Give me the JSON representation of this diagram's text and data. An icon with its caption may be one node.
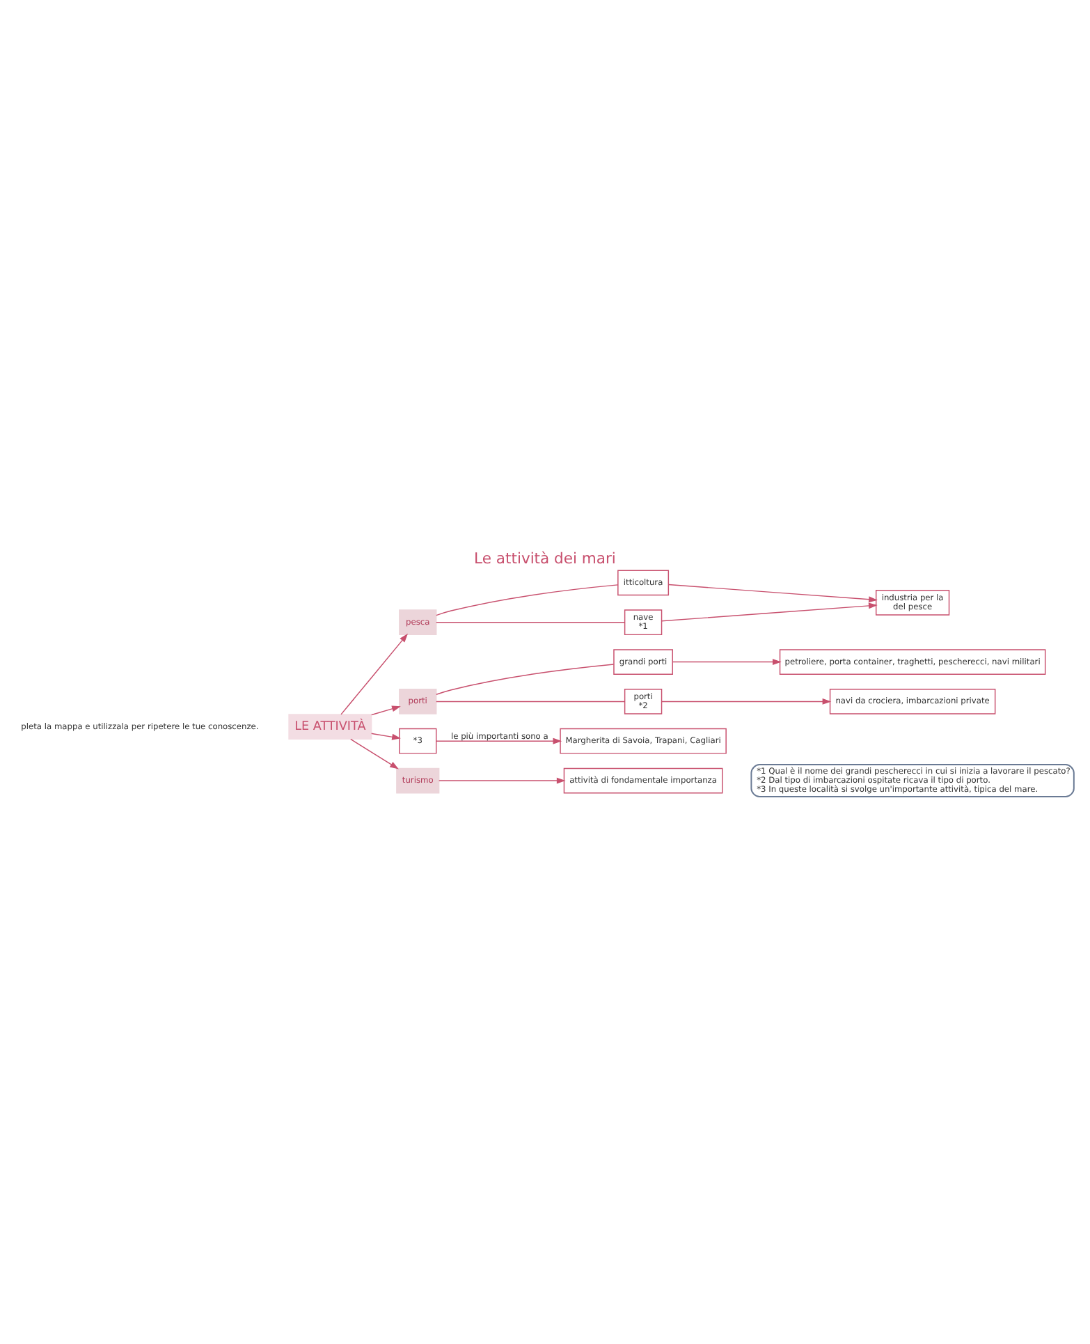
{
  "diagram": {
    "title": "Le attività dei mari",
    "nodes": [
      {
        "text": [
          "LE ATTIVITÀ"
        ]
      },
      {
        "text": [
          "pesca"
        ]
      },
      {
        "text": [
          "itticoltura"
        ]
      },
      {
        "text": [
          "nave",
          "*1"
        ]
      },
      {
        "text": [
          "industria per la",
          "del pesce"
        ]
      },
      {
        "text": [
          "porti"
        ]
      },
      {
        "text": [
          "grandi porti"
        ]
      },
      {
        "text": [
          "porti",
          "*2"
        ]
      },
      {
        "text": [
          "petroliere, porta container, traghetti, pescherecci, navi militari"
        ]
      },
      {
        "text": [
          "navi da crociera, imbarcazioni private"
        ]
      },
      {
        "text": [
          "*3"
        ]
      },
      {
        "text": [
          "Margherita di Savoia, Trapani, Cagliari"
        ]
      },
      {
        "text": [
          "turismo"
        ]
      },
      {
        "text": [
          "attività di fondamentale importanza"
        ]
      },
      {
        "text": [
          "*1 Qual è il nome dei grandi pescherecci in cui si inizia a lavorare il pescato?",
          "*2 Dal tipo di imbarcazioni ospitate ricava il tipo di porto.",
          "*3 In queste località si svolge un'importante attività, tipica del mare."
        ]
      }
    ],
    "edges": [
      {
        "from": 0,
        "to": 1,
        "arrow": "to"
      },
      {
        "from": 1,
        "to": 2,
        "arrow": "none"
      },
      {
        "from": 1,
        "to": 3,
        "arrow": "none"
      },
      {
        "from": 2,
        "to": 4,
        "arrow": "to"
      },
      {
        "from": 3,
        "to": 4,
        "arrow": "to"
      },
      {
        "from": 0,
        "to": 5,
        "arrow": "to"
      },
      {
        "from": 5,
        "to": 6,
        "arrow": "none"
      },
      {
        "from": 5,
        "to": 7,
        "arrow": "none"
      },
      {
        "from": 6,
        "to": 8,
        "arrow": "to"
      },
      {
        "from": 7,
        "to": 9,
        "arrow": "to"
      },
      {
        "from": 0,
        "to": 10,
        "arrow": "to"
      },
      {
        "from": 10,
        "to": 11,
        "label": "le più importanti sono a",
        "arrow": "to"
      },
      {
        "from": 0,
        "to": 12,
        "arrow": "to"
      },
      {
        "from": 12,
        "to": 13,
        "arrow": "to"
      }
    ],
    "labels": [
      "pleta la mappa e utilizzala per ripetere le tue conoscenze."
    ]
  }
}
